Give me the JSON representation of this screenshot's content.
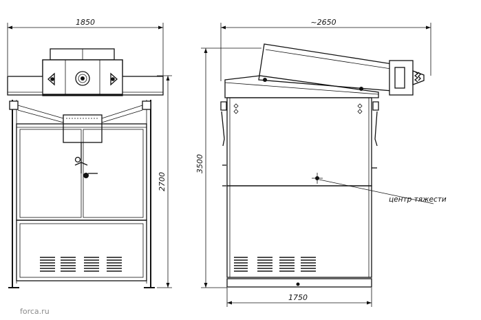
{
  "dimensions": {
    "front_width": "1850",
    "height_front": "2700",
    "height_side": "3500",
    "overall_length": "~2650",
    "base_length": "1750"
  },
  "annotations": {
    "center_of_gravity": "центр тяжести"
  },
  "watermark": "forca.ru"
}
